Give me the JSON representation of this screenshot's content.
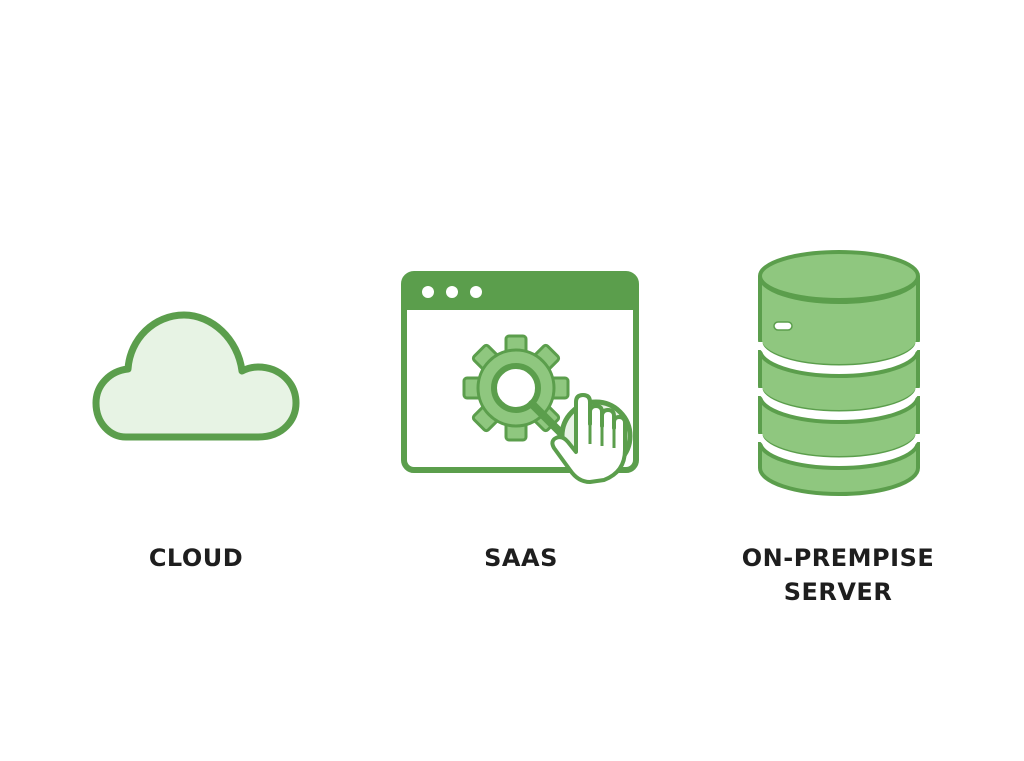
{
  "colors": {
    "stroke": "#5b9e4c",
    "fill_light": "#e7f3e4",
    "fill_mid": "#8fc77f",
    "fill_band": "#7dbb6d",
    "text": "#1e1e1e",
    "background": "#ffffff"
  },
  "items": [
    {
      "id": "cloud",
      "icon": "cloud-icon",
      "label": "CLOUD"
    },
    {
      "id": "saas",
      "icon": "browser-gear-hand-icon",
      "label": "SAAS"
    },
    {
      "id": "server",
      "icon": "database-cylinder-icon",
      "label_lines": [
        "ON-PREMPISE",
        "SERVER"
      ]
    }
  ]
}
